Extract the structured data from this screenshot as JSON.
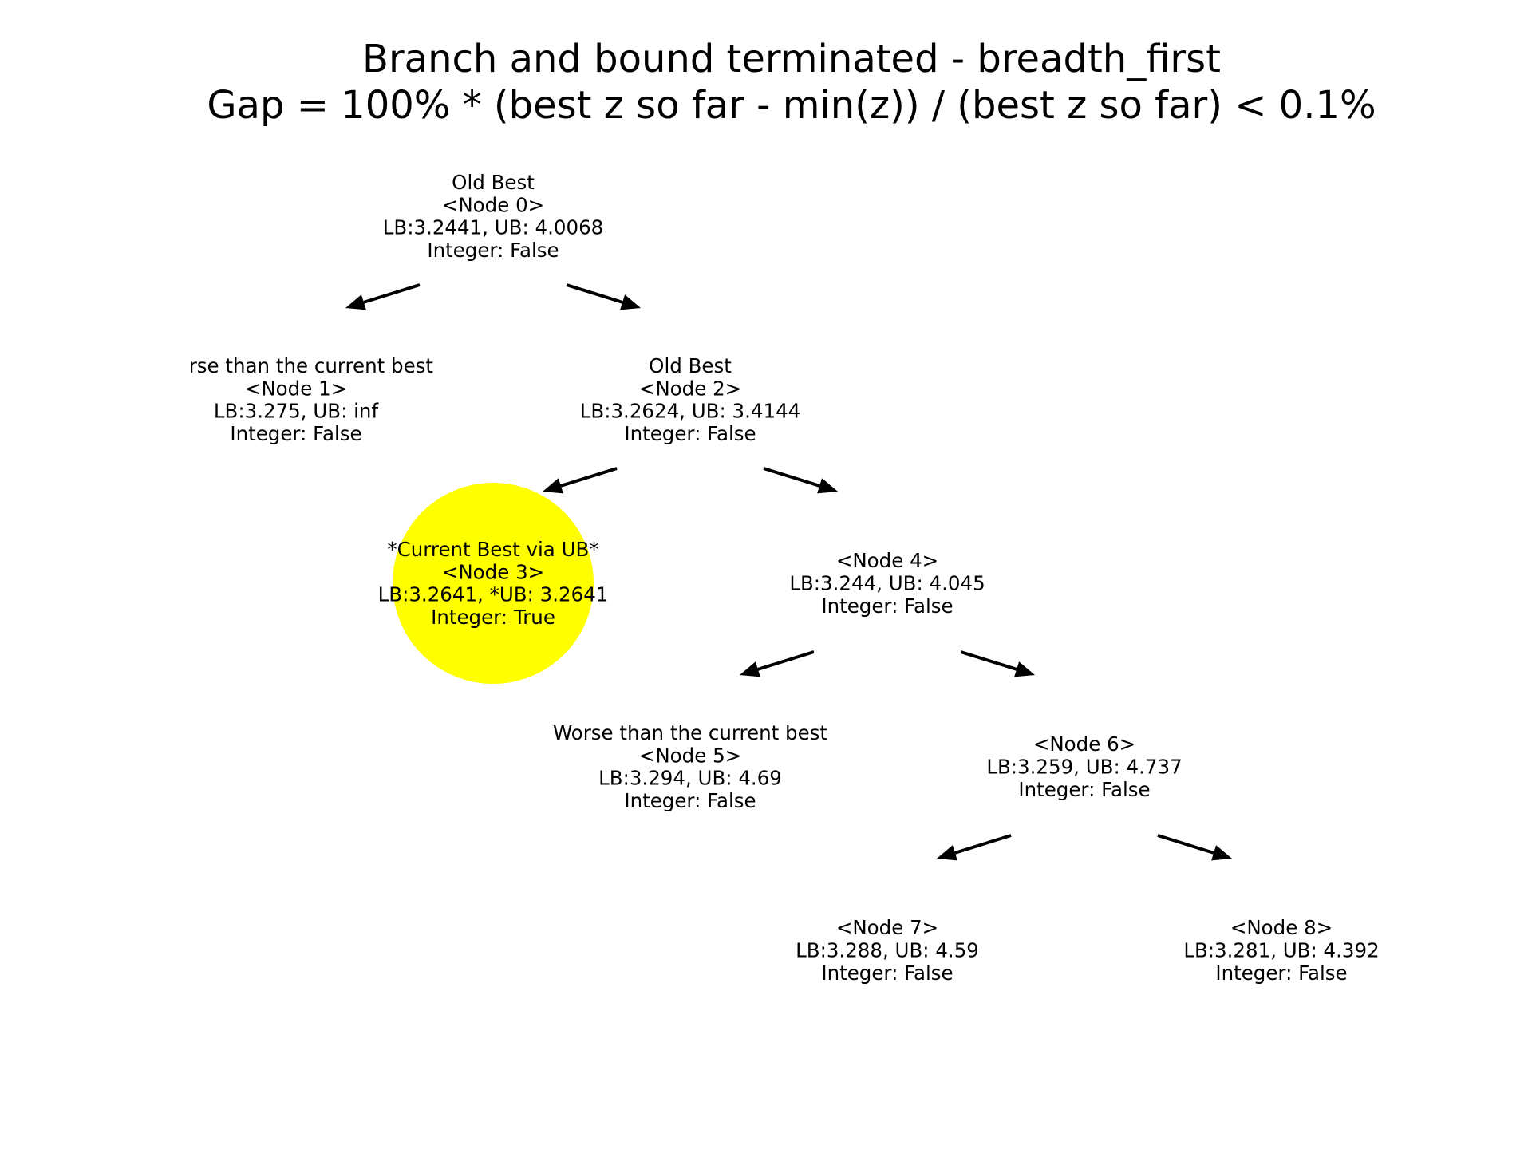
{
  "title": {
    "line1": "Branch and bound terminated - breadth_first",
    "line2": "Gap = 100% * (best z so far - min(z)) / (best z so far) < 0.1%"
  },
  "highlight_color": "#ffff00",
  "nodes": [
    {
      "id": "node-0",
      "lines": [
        "Old Best",
        "<Node 0>",
        "LB:3.2441, UB: 4.0068",
        "Integer: False"
      ],
      "highlighted": false
    },
    {
      "id": "node-1",
      "lines": [
        "Worse than the current best",
        "<Node 1>",
        "LB:3.275, UB: inf",
        "Integer: False"
      ],
      "highlighted": false
    },
    {
      "id": "node-2",
      "lines": [
        "Old Best",
        "<Node 2>",
        "LB:3.2624, UB: 3.4144",
        "Integer: False"
      ],
      "highlighted": false
    },
    {
      "id": "node-3",
      "lines": [
        "*Current Best via UB*",
        "<Node 3>",
        "LB:3.2641, *UB: 3.2641",
        "Integer: True"
      ],
      "highlighted": true
    },
    {
      "id": "node-4",
      "lines": [
        "<Node 4>",
        "LB:3.244, UB: 4.045",
        "Integer: False"
      ],
      "highlighted": false
    },
    {
      "id": "node-5",
      "lines": [
        "Worse than the current best",
        "<Node 5>",
        "LB:3.294, UB: 4.69",
        "Integer: False"
      ],
      "highlighted": false
    },
    {
      "id": "node-6",
      "lines": [
        "<Node 6>",
        "LB:3.259, UB: 4.737",
        "Integer: False"
      ],
      "highlighted": false
    },
    {
      "id": "node-7",
      "lines": [
        "<Node 7>",
        "LB:3.288, UB: 4.59",
        "Integer: False"
      ],
      "highlighted": false
    },
    {
      "id": "node-8",
      "lines": [
        "<Node 8>",
        "LB:3.281, UB: 4.392",
        "Integer: False"
      ],
      "highlighted": false
    }
  ],
  "edges": [
    {
      "from": "node-0",
      "to": "node-1"
    },
    {
      "from": "node-0",
      "to": "node-2"
    },
    {
      "from": "node-2",
      "to": "node-3"
    },
    {
      "from": "node-2",
      "to": "node-4"
    },
    {
      "from": "node-4",
      "to": "node-5"
    },
    {
      "from": "node-4",
      "to": "node-6"
    },
    {
      "from": "node-6",
      "to": "node-7"
    },
    {
      "from": "node-6",
      "to": "node-8"
    }
  ]
}
